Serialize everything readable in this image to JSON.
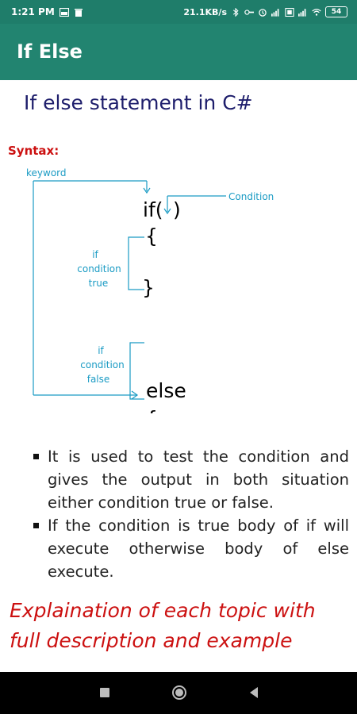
{
  "status_bar": {
    "time": "1:21 PM",
    "net_speed": "21.1KB/s",
    "battery": "54"
  },
  "app_bar": {
    "title": "If Else"
  },
  "content": {
    "title": "If else statement in C#",
    "syntax_label": "Syntax:",
    "diagram": {
      "keyword_label": "keyword",
      "condition_label": "Condition",
      "true_label": [
        "if",
        "condition",
        "true"
      ],
      "false_label": [
        "if",
        "condition",
        "false"
      ],
      "code_if": "if(",
      "code_if_close": ")",
      "open_brace": "{",
      "close_brace": "}",
      "code_else": "else"
    },
    "bullets": [
      "It is used to test the condition and gives the output in both situation either condition true or false.",
      "If the condition is true body of if will execute otherwise body of else execute."
    ],
    "tagline": "Explaination of each  topic with full description and example"
  },
  "colors": {
    "status_bar": "#1f7d6a",
    "app_bar": "#228470",
    "title_text": "#1d1d6b",
    "accent_red": "#cc1111",
    "diagram_blue": "#1a9bc4"
  },
  "nav": {
    "icons": [
      "recents-icon",
      "home-icon",
      "back-icon"
    ]
  }
}
